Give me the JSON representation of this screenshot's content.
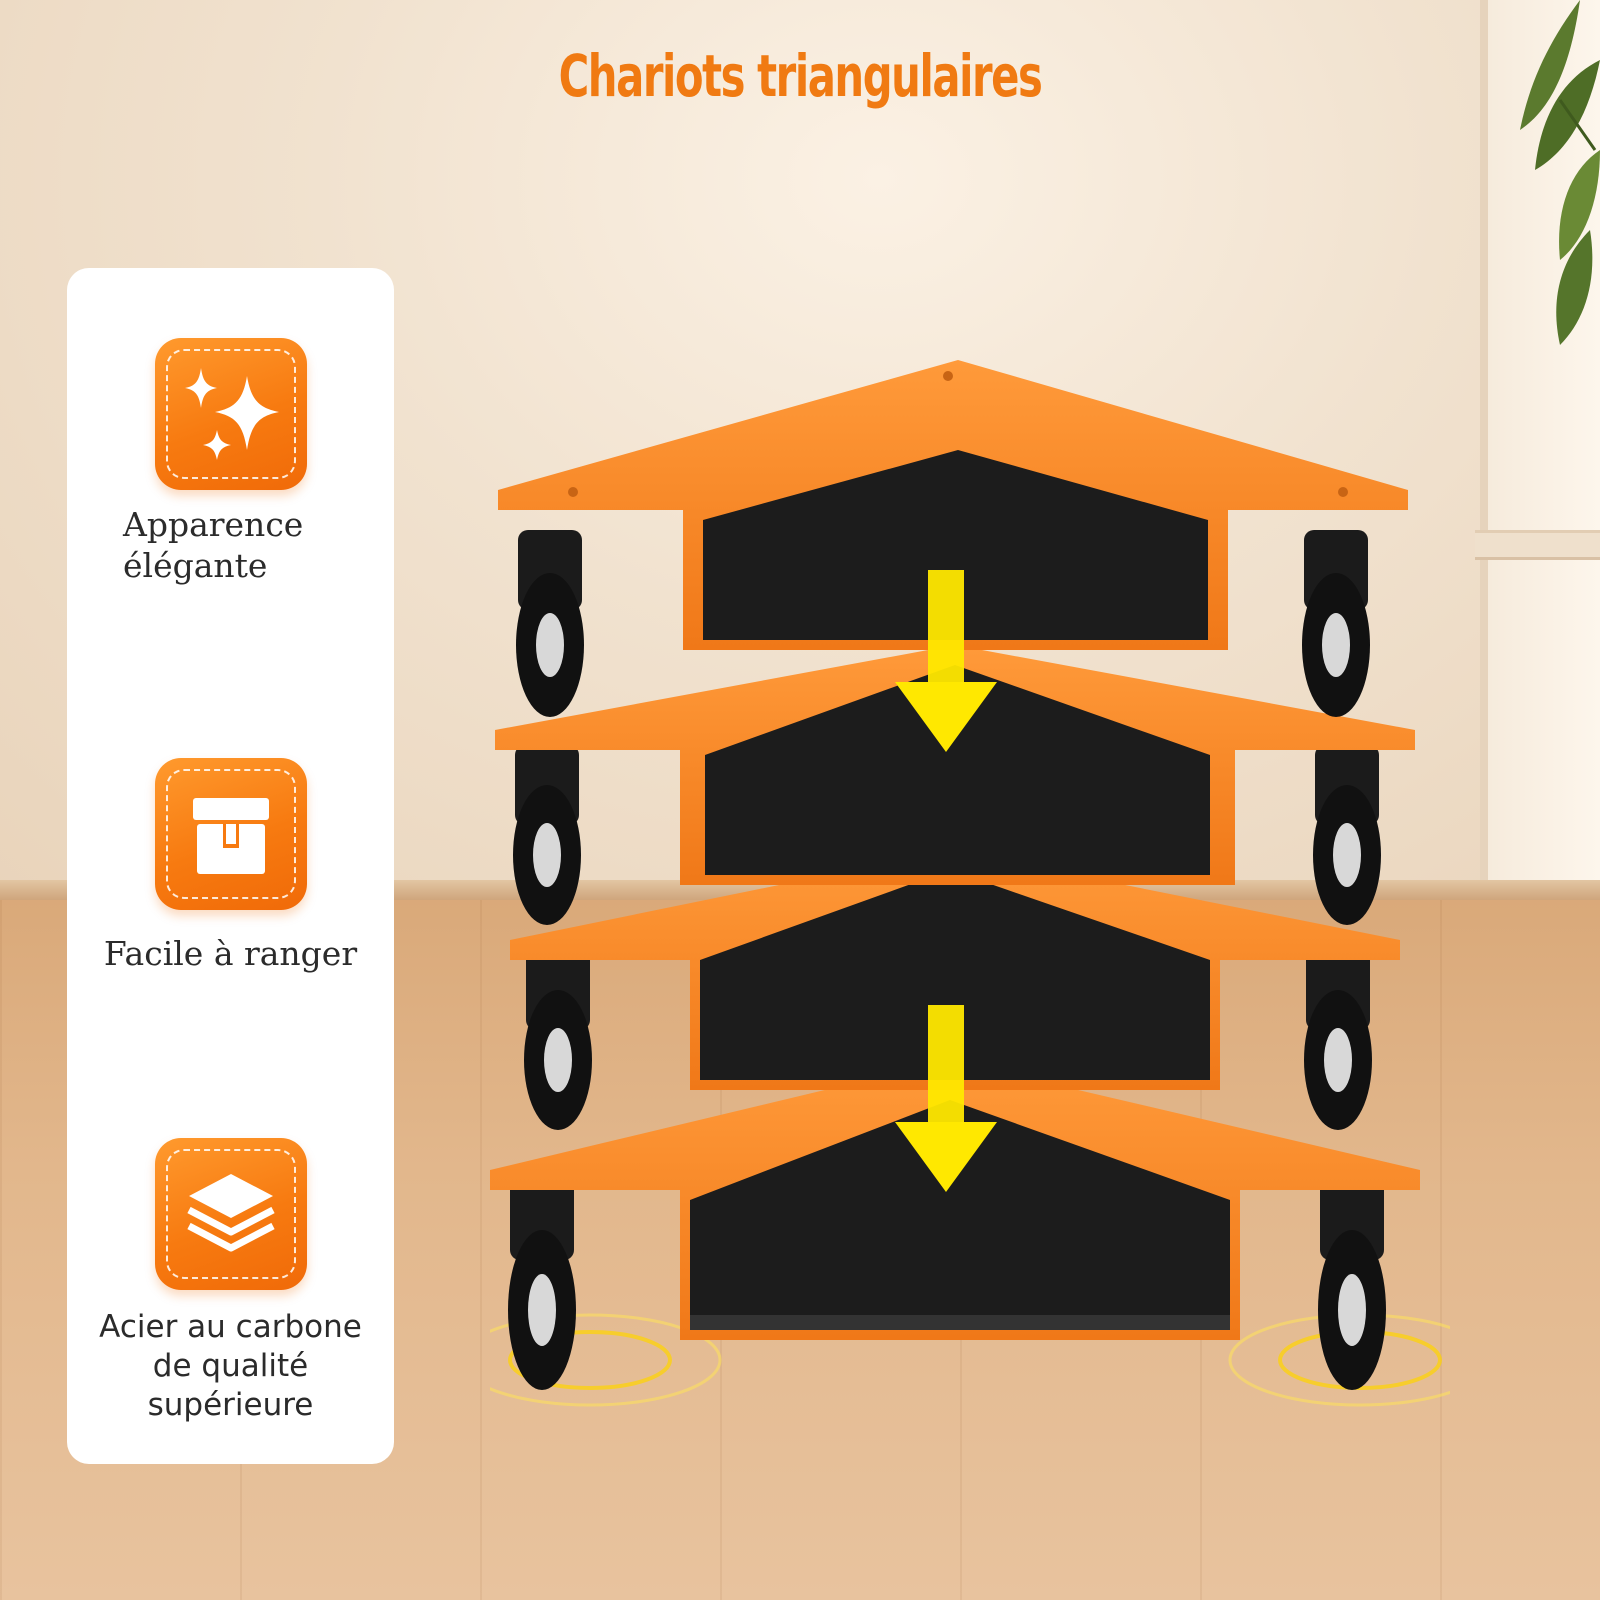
{
  "title": "Chariots triangulaires",
  "colors": {
    "accent_orange": "#f07a12",
    "arrow_yellow": "#ffe800",
    "panel_white": "#ffffff",
    "felt_black": "#1c1c1c"
  },
  "features": [
    {
      "icon": "sparkles-icon",
      "label_line1": "Apparence",
      "label_line2": "élégante"
    },
    {
      "icon": "box-icon",
      "label_line1": "Facile à ranger"
    },
    {
      "icon": "layers-icon",
      "label_line1": "Acier au carbone",
      "label_line2": "de qualité",
      "label_line3": "supérieure"
    }
  ]
}
